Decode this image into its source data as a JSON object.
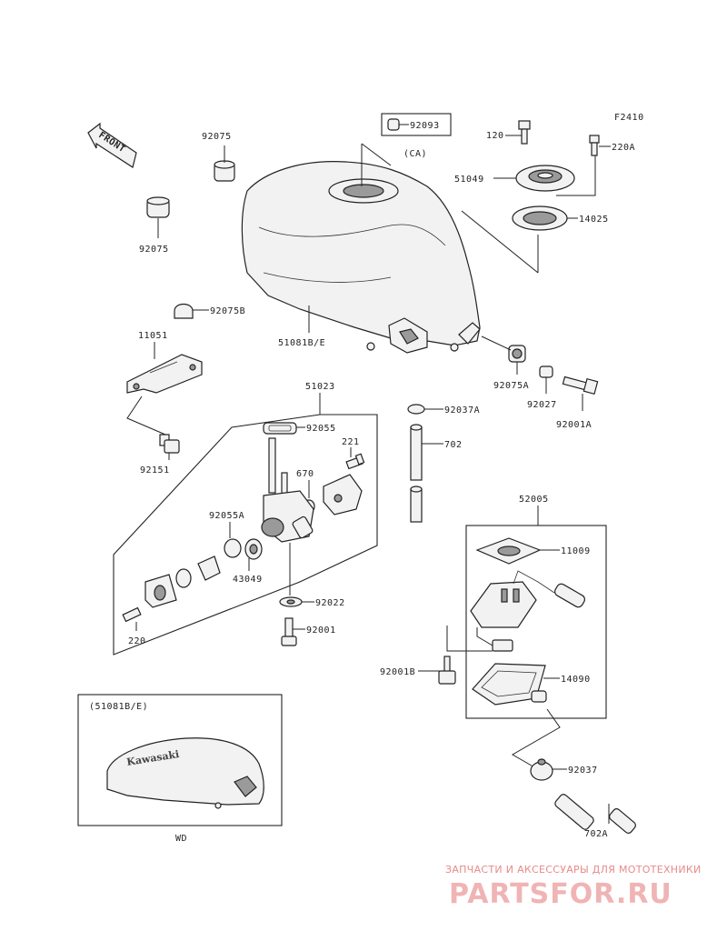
{
  "diagram": {
    "code": "F2410",
    "direction_label": "FRONT",
    "brand_decal": "Kawasaki",
    "inset_title": "(51081B/E)",
    "inset_footer": "WD",
    "callouts": {
      "p92093": "92093",
      "p92093_note": "(CA)",
      "p120": "120",
      "p220A": "220A",
      "p51049": "51049",
      "p14025": "14025",
      "p92075_top": "92075",
      "p92075_left": "92075",
      "p92075B": "92075B",
      "p51081BE": "51081B/E",
      "p11051": "11051",
      "p92075A": "92075A",
      "p92027": "92027",
      "p92001A": "92001A",
      "p51023": "51023",
      "p92055": "92055",
      "p221": "221",
      "p670": "670",
      "p92037A": "92037A",
      "p702": "702",
      "p92151": "92151",
      "p92055A": "92055A",
      "p43049": "43049",
      "p92022": "92022",
      "p92001": "92001",
      "p220": "220",
      "p52005": "52005",
      "p11009": "11009",
      "p92001B": "92001B",
      "p14090": "14090",
      "p92037": "92037",
      "p702A": "702A"
    }
  },
  "watermark": {
    "caption": "ЗАПЧАСТИ И АКСЕССУАРЫ ДЛЯ МОТОТЕХНИКИ",
    "logo": "PARTSFOR.RU"
  }
}
